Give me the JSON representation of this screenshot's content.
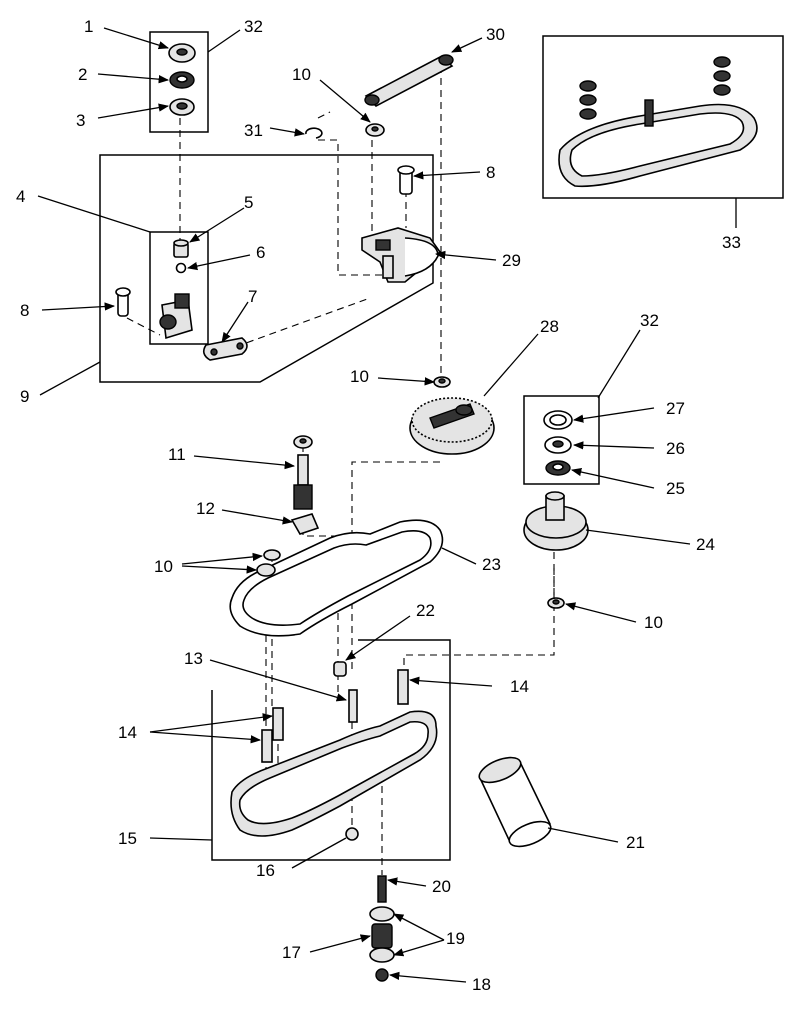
{
  "callouts": [
    {
      "id": "c1",
      "text": "1"
    },
    {
      "id": "c32a",
      "text": "32"
    },
    {
      "id": "c2",
      "text": "2"
    },
    {
      "id": "c3",
      "text": "3"
    },
    {
      "id": "c10a",
      "text": "10"
    },
    {
      "id": "c30",
      "text": "30"
    },
    {
      "id": "c31",
      "text": "31"
    },
    {
      "id": "c8a",
      "text": "8"
    },
    {
      "id": "c4",
      "text": "4"
    },
    {
      "id": "c5",
      "text": "5"
    },
    {
      "id": "c6",
      "text": "6"
    },
    {
      "id": "c29",
      "text": "29"
    },
    {
      "id": "c8b",
      "text": "8"
    },
    {
      "id": "c7",
      "text": "7"
    },
    {
      "id": "c9",
      "text": "9"
    },
    {
      "id": "c28",
      "text": "28"
    },
    {
      "id": "c32b",
      "text": "32"
    },
    {
      "id": "c10b",
      "text": "10"
    },
    {
      "id": "c27",
      "text": "27"
    },
    {
      "id": "c26",
      "text": "26"
    },
    {
      "id": "c25",
      "text": "25"
    },
    {
      "id": "c11",
      "text": "11"
    },
    {
      "id": "c12",
      "text": "12"
    },
    {
      "id": "c24",
      "text": "24"
    },
    {
      "id": "c23",
      "text": "23"
    },
    {
      "id": "c10c",
      "text": "10"
    },
    {
      "id": "c22",
      "text": "22"
    },
    {
      "id": "c10d",
      "text": "10"
    },
    {
      "id": "c13",
      "text": "13"
    },
    {
      "id": "c14a",
      "text": "14"
    },
    {
      "id": "c14b",
      "text": "14"
    },
    {
      "id": "c15",
      "text": "15"
    },
    {
      "id": "c21",
      "text": "21"
    },
    {
      "id": "c16",
      "text": "16"
    },
    {
      "id": "c20",
      "text": "20"
    },
    {
      "id": "c17",
      "text": "17"
    },
    {
      "id": "c19",
      "text": "19"
    },
    {
      "id": "c18",
      "text": "18"
    },
    {
      "id": "c33",
      "text": "33"
    }
  ]
}
